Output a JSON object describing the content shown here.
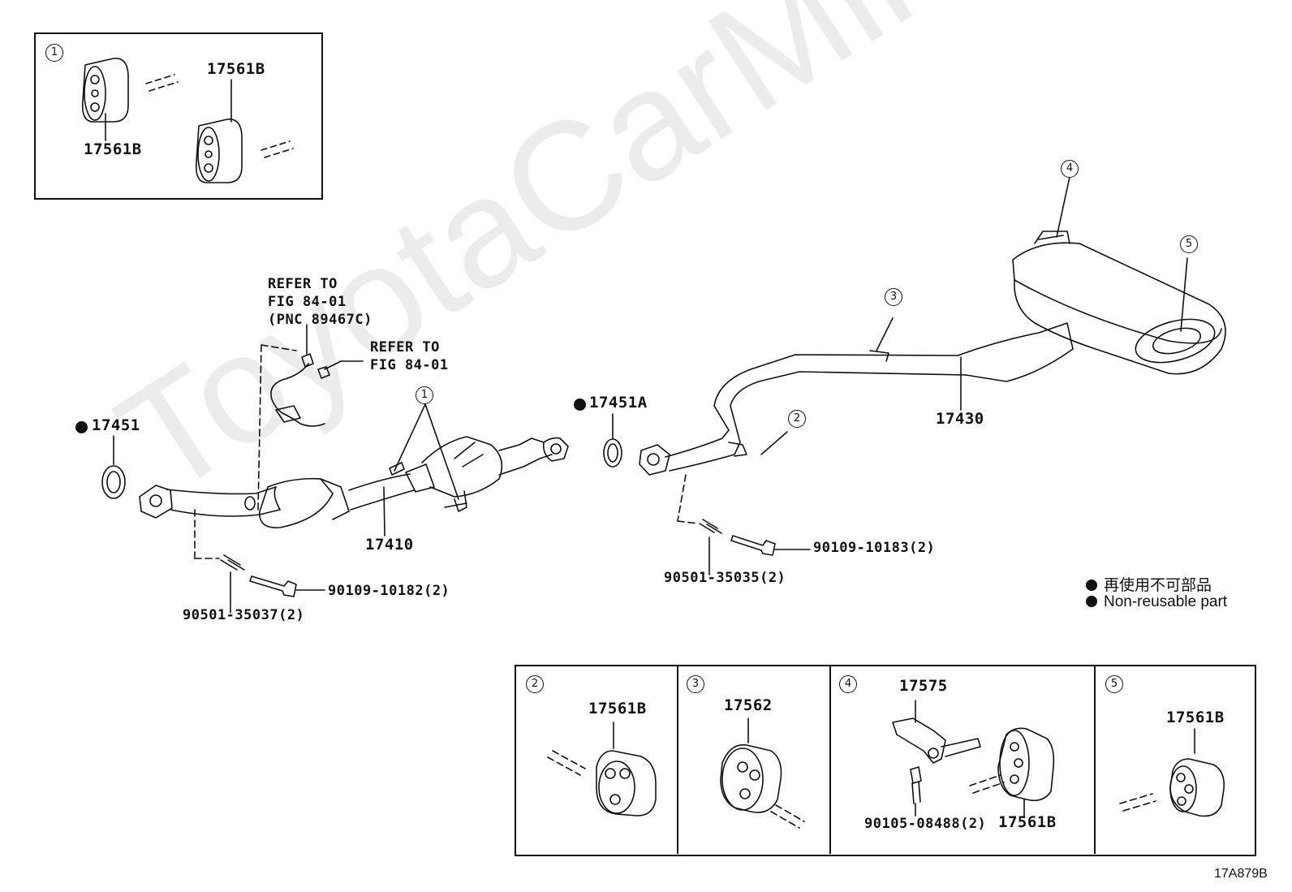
{
  "diagram_id": "17A879B",
  "watermark": "ToyotaCarMine.ru",
  "legend": {
    "jp": "再使用不可部品",
    "en": "Non-reusable part"
  },
  "callouts": {
    "refer_sensor_line1": "REFER TO",
    "refer_sensor_line2": "FIG 84-01",
    "refer_sensor_line3": "(PNC 89467C)",
    "refer_b_line1": "REFER TO",
    "refer_b_line2": "FIG 84-01",
    "gasket_front": "17451",
    "gasket_rear": "17451A",
    "front_pipe": "17410",
    "tail_pipe": "17430",
    "bolt_front": "90109-10182(2)",
    "spring_front": "90501-35037(2)",
    "bolt_rear": "90109-10183(2)",
    "spring_rear": "90501-35035(2)",
    "marker_1": "1",
    "marker_2": "2",
    "marker_3": "3",
    "marker_4": "4",
    "marker_5": "5"
  },
  "detail_panels": [
    {
      "marker": "1",
      "parts": [
        "17561B",
        "17561B"
      ]
    },
    {
      "marker": "2",
      "parts": [
        "17561B"
      ]
    },
    {
      "marker": "3",
      "parts": [
        "17562"
      ]
    },
    {
      "marker": "4",
      "parts": [
        "17575",
        "90105-08488(2)",
        "17561B"
      ]
    },
    {
      "marker": "5",
      "parts": [
        "17561B"
      ]
    }
  ]
}
